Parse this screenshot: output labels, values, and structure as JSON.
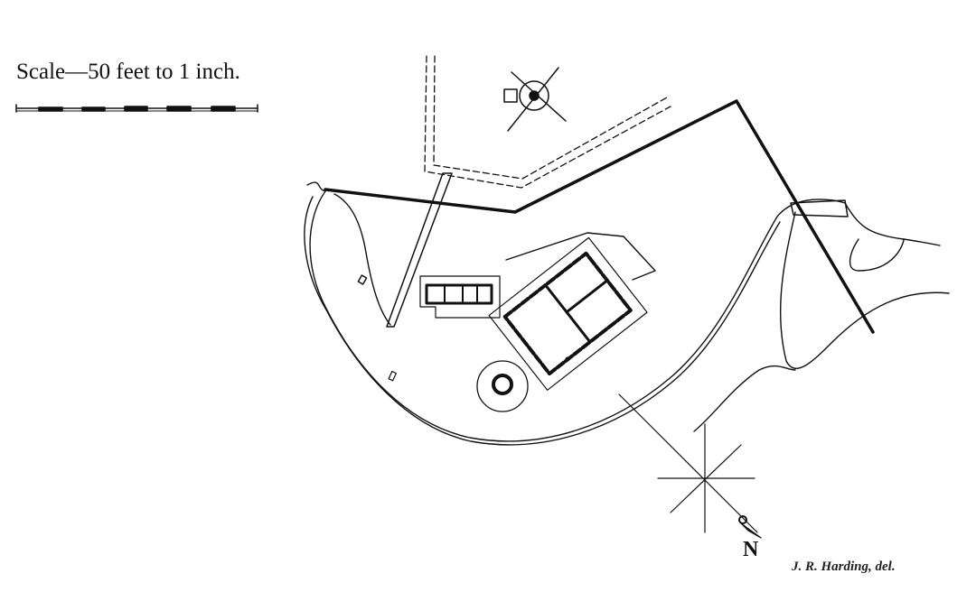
{
  "scale_title": "Scale—50 feet to 1 inch.",
  "north_label": "N",
  "credit": "J. R. Harding, del.",
  "ink_color": "#111111"
}
